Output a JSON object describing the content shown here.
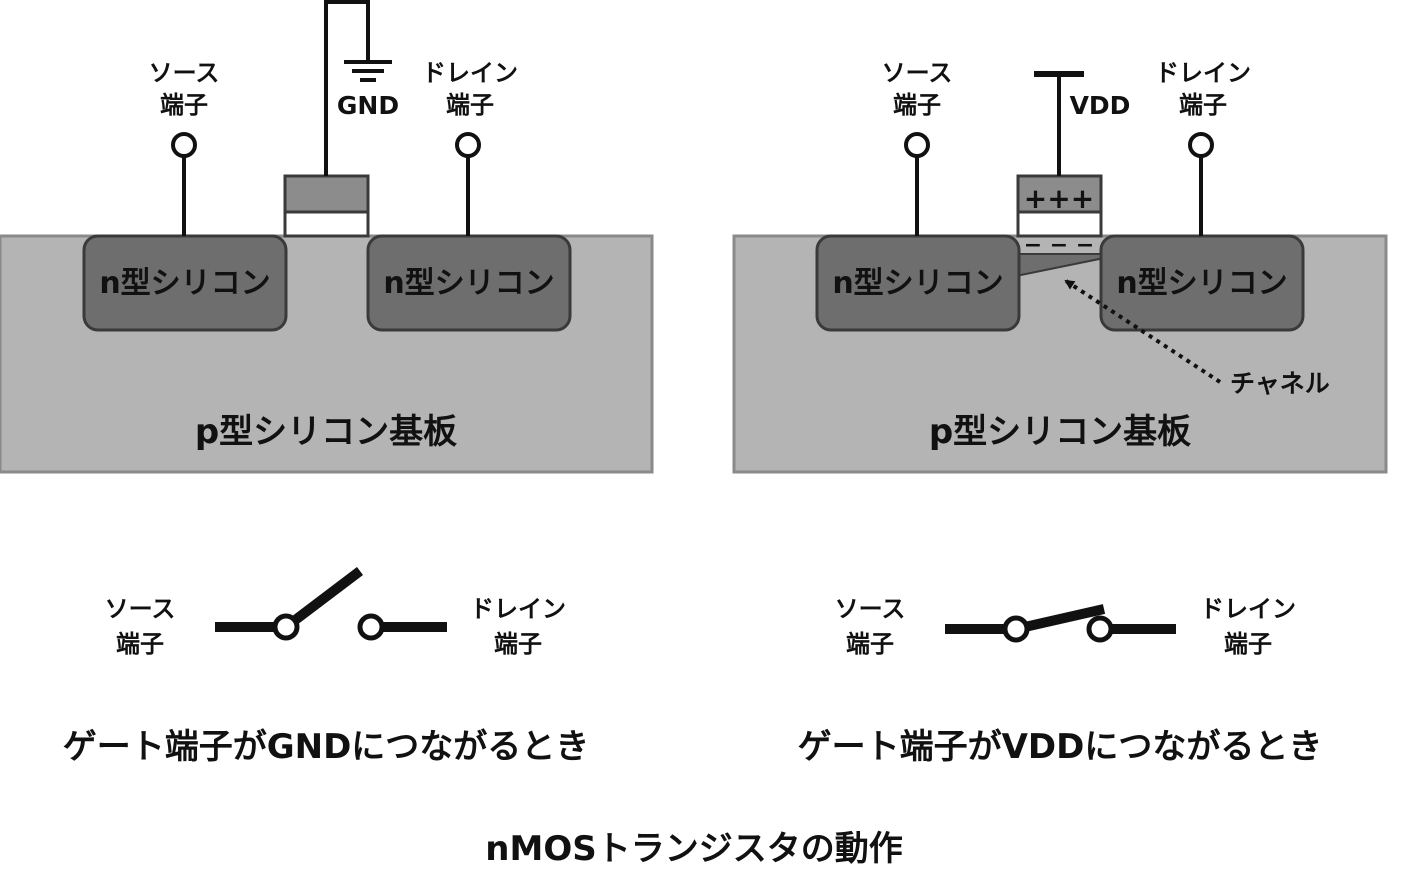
{
  "colors": {
    "substrate": "#b4b4b4",
    "n_region": "#6e6e6e",
    "gate_electrode": "#8c8c8c",
    "ink": "#111111",
    "background": "#ffffff"
  },
  "left_panel": {
    "source_label_1": "ソース",
    "source_label_2": "端子",
    "drain_label_1": "ドレイン",
    "drain_label_2": "端子",
    "gate_supply": "GND",
    "n_region_left": "n型シリコン",
    "n_region_right": "n型シリコン",
    "substrate_label": "p型シリコン基板",
    "switch_source_1": "ソース",
    "switch_source_2": "端子",
    "switch_drain_1": "ドレイン",
    "switch_drain_2": "端子",
    "switch_state": "open",
    "caption": "ゲート端子がGNDにつながるとき"
  },
  "right_panel": {
    "source_label_1": "ソース",
    "source_label_2": "端子",
    "drain_label_1": "ドレイン",
    "drain_label_2": "端子",
    "gate_supply": "VDD",
    "gate_charge": "+++",
    "channel_charge": "− − −",
    "channel_label": "チャネル",
    "n_region_left": "n型シリコン",
    "n_region_right": "n型シリコン",
    "substrate_label": "p型シリコン基板",
    "switch_source_1": "ソース",
    "switch_source_2": "端子",
    "switch_drain_1": "ドレイン",
    "switch_drain_2": "端子",
    "switch_state": "closed",
    "caption": "ゲート端子がVDDにつながるとき"
  },
  "title": "nMOSトランジスタの動作"
}
